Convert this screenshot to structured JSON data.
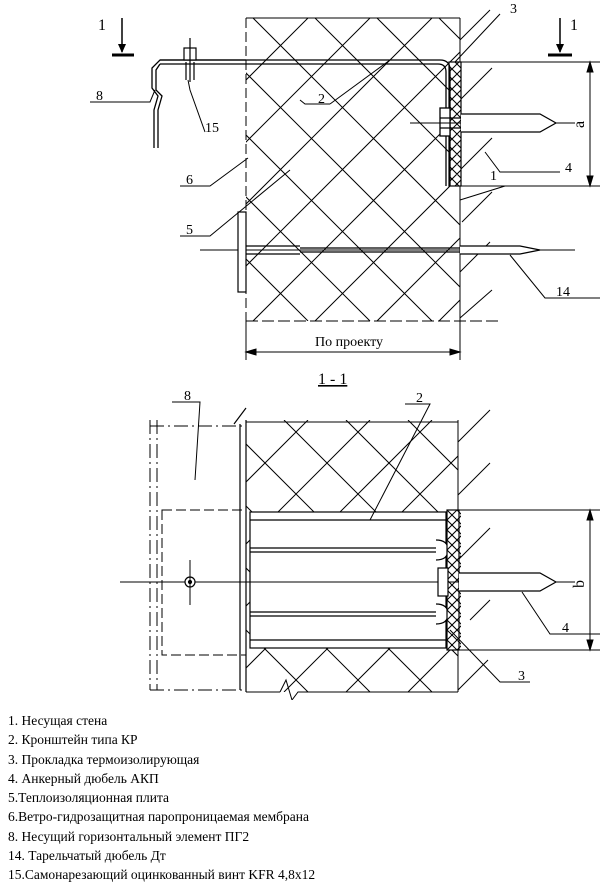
{
  "labels": {
    "section_mark": "1",
    "section_title": "1 - 1",
    "dim_project": "По проекту",
    "dim_a": "a",
    "dim_b": "b",
    "p2_top": "2",
    "p3_top": "3",
    "p4_top": "4",
    "p1_top": "1",
    "p8_top": "8",
    "p15_top": "15",
    "p6_top": "6",
    "p5_top": "5",
    "p14_top": "14",
    "p8_bot": "8",
    "p2_bot": "2",
    "p4_bot": "4",
    "p3_bot": "3"
  },
  "legend": [
    "1. Несущая стена",
    "2. Кронштейн типа КР",
    "3. Прокладка термоизолирующая",
    "4. Анкерный дюбель АКП",
    "5.Теплоизоляционная плита",
    "6.Ветро-гидрозащитная паропроницаемая мембрана",
    "8. Несущий горизонтальный элемент ПГ2",
    "14. Тарельчатый дюбель  Дт",
    "15.Самонарезающий оцинкованный винт KFR 4,8х12"
  ]
}
